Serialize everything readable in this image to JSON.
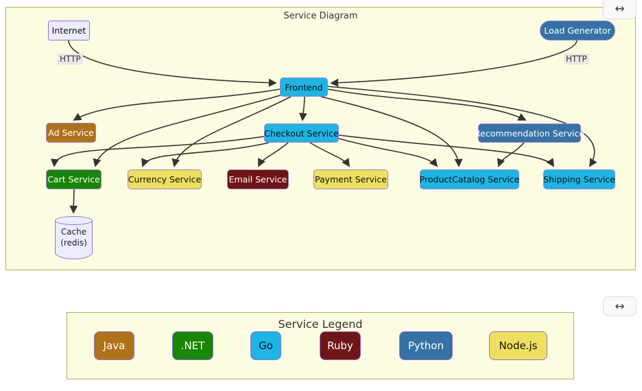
{
  "diagram": {
    "title": "Service Diagram",
    "nodes": {
      "internet": {
        "label": "Internet"
      },
      "load_generator": {
        "label": "Load Generator"
      },
      "frontend": {
        "label": "Frontend"
      },
      "ad": {
        "label": "Ad Service"
      },
      "checkout": {
        "label": "Checkout Service"
      },
      "recommendation": {
        "label": "Recommendation Service"
      },
      "cart": {
        "label": "Cart Service"
      },
      "currency": {
        "label": "Currency Service"
      },
      "email": {
        "label": "Email Service"
      },
      "payment": {
        "label": "Payment Service"
      },
      "product_catalog": {
        "label": "ProductCatalog Service"
      },
      "shipping": {
        "label": "Shipping Service"
      },
      "cache": {
        "label_line1": "Cache",
        "label_line2": "(redis)"
      }
    },
    "edge_labels": {
      "internet_http": "HTTP",
      "loadgen_http": "HTTP"
    },
    "edges": [
      {
        "from": "Internet",
        "to": "Frontend",
        "label": "HTTP"
      },
      {
        "from": "Load Generator",
        "to": "Frontend",
        "label": "HTTP"
      },
      {
        "from": "Frontend",
        "to": "Ad Service"
      },
      {
        "from": "Frontend",
        "to": "Checkout Service"
      },
      {
        "from": "Frontend",
        "to": "Recommendation Service"
      },
      {
        "from": "Frontend",
        "to": "Cart Service"
      },
      {
        "from": "Frontend",
        "to": "Currency Service"
      },
      {
        "from": "Frontend",
        "to": "ProductCatalog Service"
      },
      {
        "from": "Frontend",
        "to": "Shipping Service"
      },
      {
        "from": "Checkout Service",
        "to": "Cart Service"
      },
      {
        "from": "Checkout Service",
        "to": "Currency Service"
      },
      {
        "from": "Checkout Service",
        "to": "Email Service"
      },
      {
        "from": "Checkout Service",
        "to": "Payment Service"
      },
      {
        "from": "Checkout Service",
        "to": "ProductCatalog Service"
      },
      {
        "from": "Checkout Service",
        "to": "Shipping Service"
      },
      {
        "from": "Recommendation Service",
        "to": "ProductCatalog Service"
      },
      {
        "from": "Cart Service",
        "to": "Cache (redis)"
      }
    ]
  },
  "legend": {
    "title": "Service Legend",
    "items": [
      {
        "label": "Java",
        "color": "#b07219",
        "text_color": "#ffffff"
      },
      {
        "label": ".NET",
        "color": "#178600",
        "text_color": "#ffffff"
      },
      {
        "label": "Go",
        "color": "#1cb5e4",
        "text_color": "#101010"
      },
      {
        "label": "Ruby",
        "color": "#701516",
        "text_color": "#ffffff"
      },
      {
        "label": "Python",
        "color": "#3572A5",
        "text_color": "#ffffff"
      },
      {
        "label": "Node.js",
        "color": "#efdf5f",
        "text_color": "#101010"
      }
    ]
  },
  "controls": {
    "expand_icon": "↔"
  },
  "colors": {
    "panel_background": "#fcfce1",
    "panel_border": "#b0b052",
    "node_border": "#9370DB",
    "plain_node_fill": "#ECECFF",
    "edge_stroke": "#333333",
    "edge_label_background": "#e8e8e8"
  }
}
